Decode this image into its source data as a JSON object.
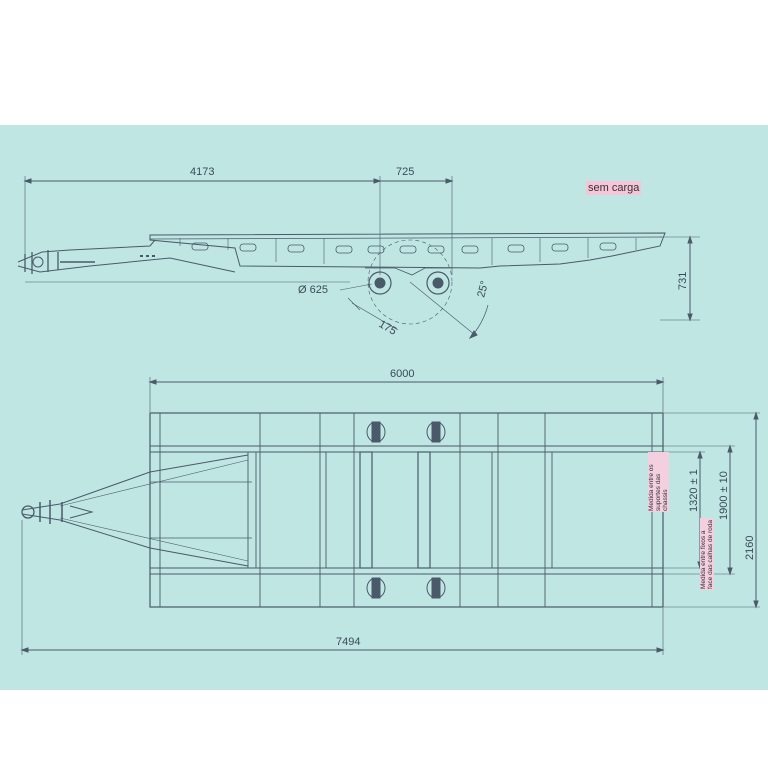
{
  "labels": {
    "no_load": "sem carga",
    "dim_4173": "4173",
    "dim_725": "725",
    "dim_731": "731",
    "dim_625": "Ø 625",
    "dim_175": "175",
    "dim_25deg": "25°",
    "dim_6000": "6000",
    "dim_7494": "7494",
    "dim_1320": "1320 ± 1",
    "dim_1900": "1900 ± 10",
    "dim_2160": "2160",
    "note_inner": "Medida entre os suportes das chassis",
    "note_outer": "Medida entre fixos a face das calhas de roda"
  },
  "colors": {
    "background": "#bfe6e2",
    "line": "#4a5a6a",
    "highlight": "#f6c6d8"
  }
}
